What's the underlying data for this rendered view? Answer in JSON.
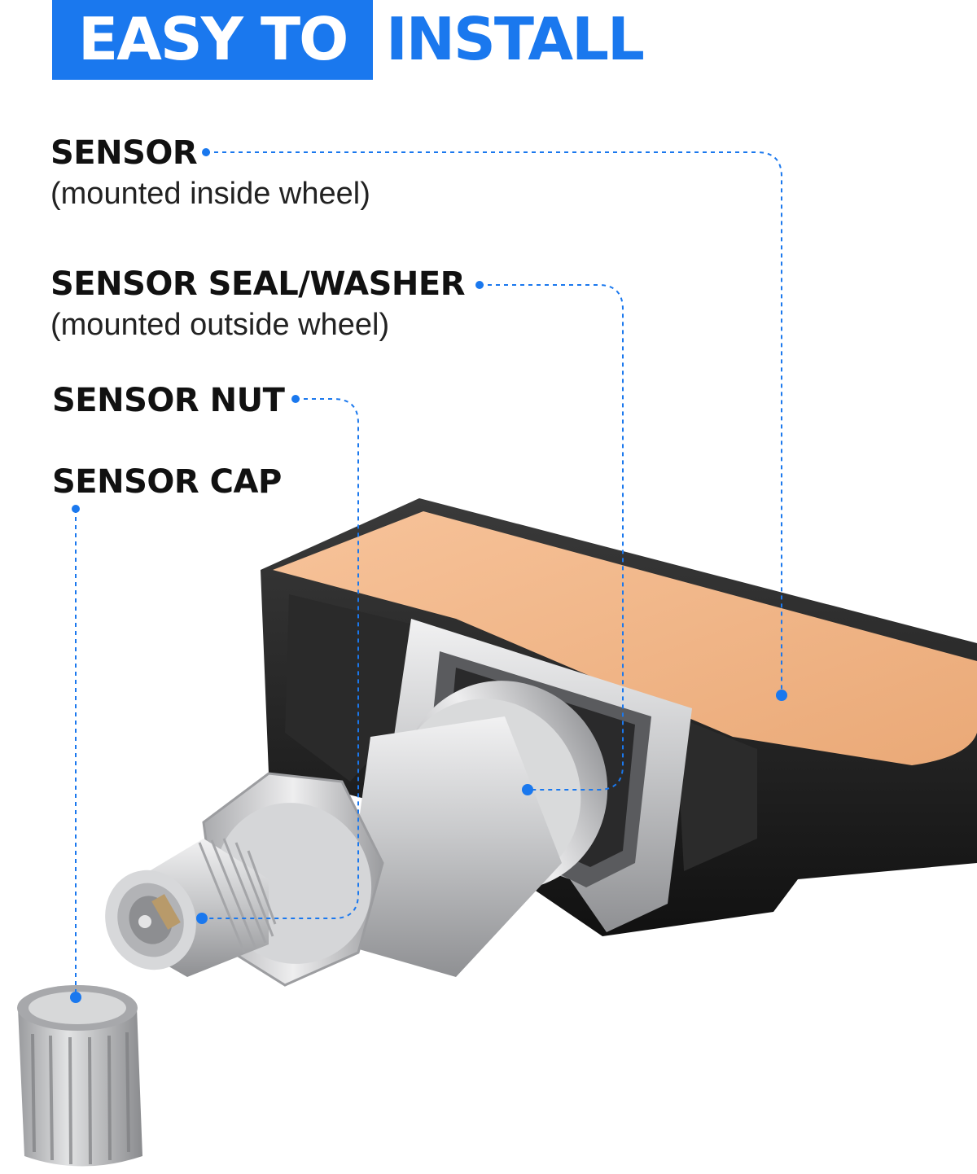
{
  "header": {
    "highlight": "EASY TO",
    "rest": "INSTALL"
  },
  "labels": [
    {
      "title": "SENSOR",
      "subtitle": "(mounted inside wheel)"
    },
    {
      "title": "SENSOR SEAL/WASHER",
      "subtitle": "(mounted outside wheel)"
    },
    {
      "title": "SENSOR NUT"
    },
    {
      "title": "SENSOR CAP"
    }
  ],
  "colors": {
    "accent": "#1a78ee",
    "sensor_pad": "#f2b78a",
    "sensor_body": "#1c1c1c",
    "metal": "#c9cacc"
  }
}
